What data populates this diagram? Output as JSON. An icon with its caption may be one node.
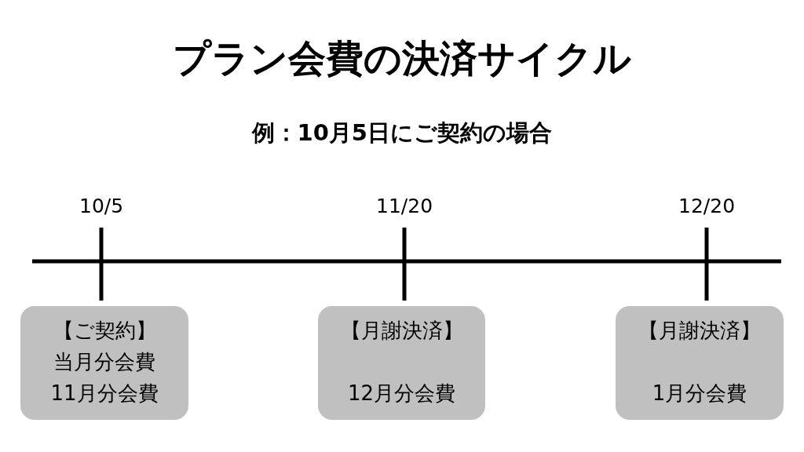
{
  "diagram": {
    "title": "プラン会費の決済サイクル",
    "nodes": [
      {
        "text": [
          "【ご契約】",
          "当月分会費",
          "11月分会費"
        ]
      },
      {
        "text": [
          "【月謝決済】",
          "12月分会費"
        ]
      },
      {
        "text": [
          "【月謝決済】",
          "1月分会費"
        ]
      }
    ],
    "labels": [
      "例：10月5日にご契約の場合",
      "10/5",
      "11/20",
      "12/20"
    ]
  }
}
